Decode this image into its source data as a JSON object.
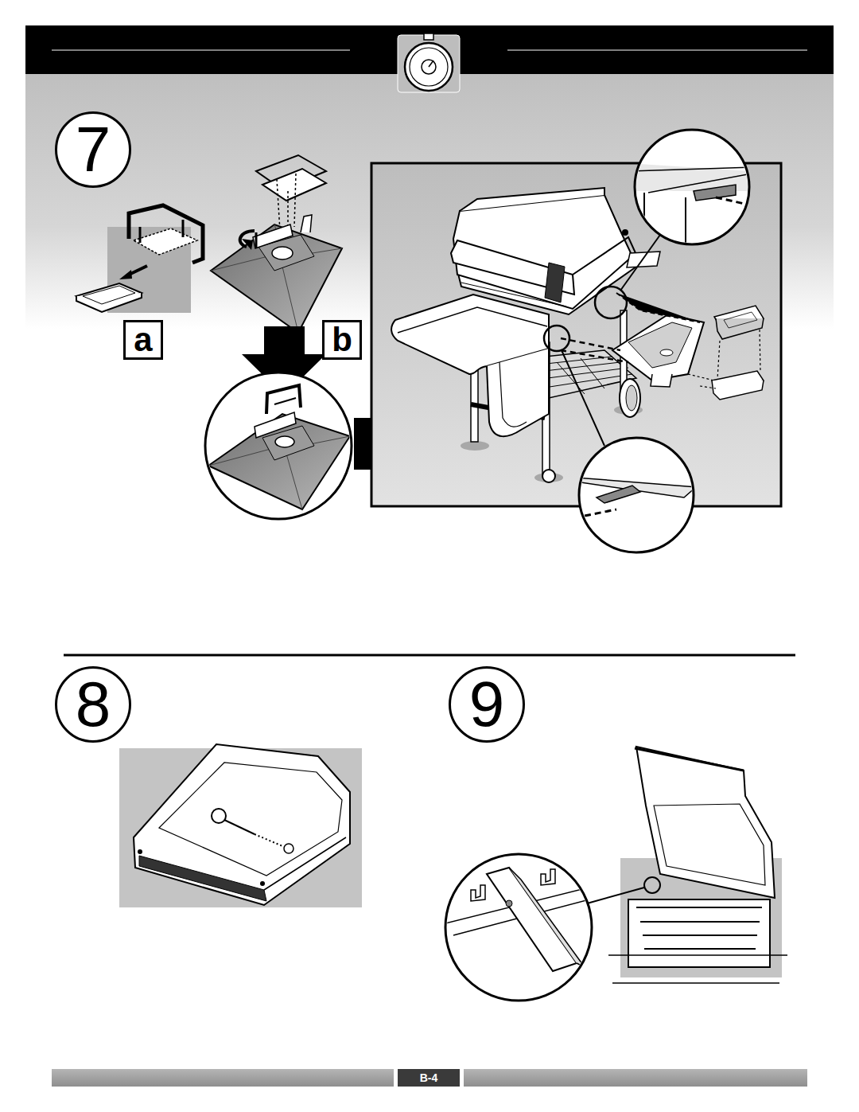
{
  "diagram": {
    "nodes": [
      {
        "text": [
          "7"
        ]
      },
      {
        "text": [
          "a"
        ]
      },
      {
        "text": [
          "b"
        ]
      },
      {
        "text": [
          "8"
        ]
      },
      {
        "text": [
          "9"
        ]
      },
      {
        "text": [
          "B-4"
        ]
      }
    ]
  }
}
